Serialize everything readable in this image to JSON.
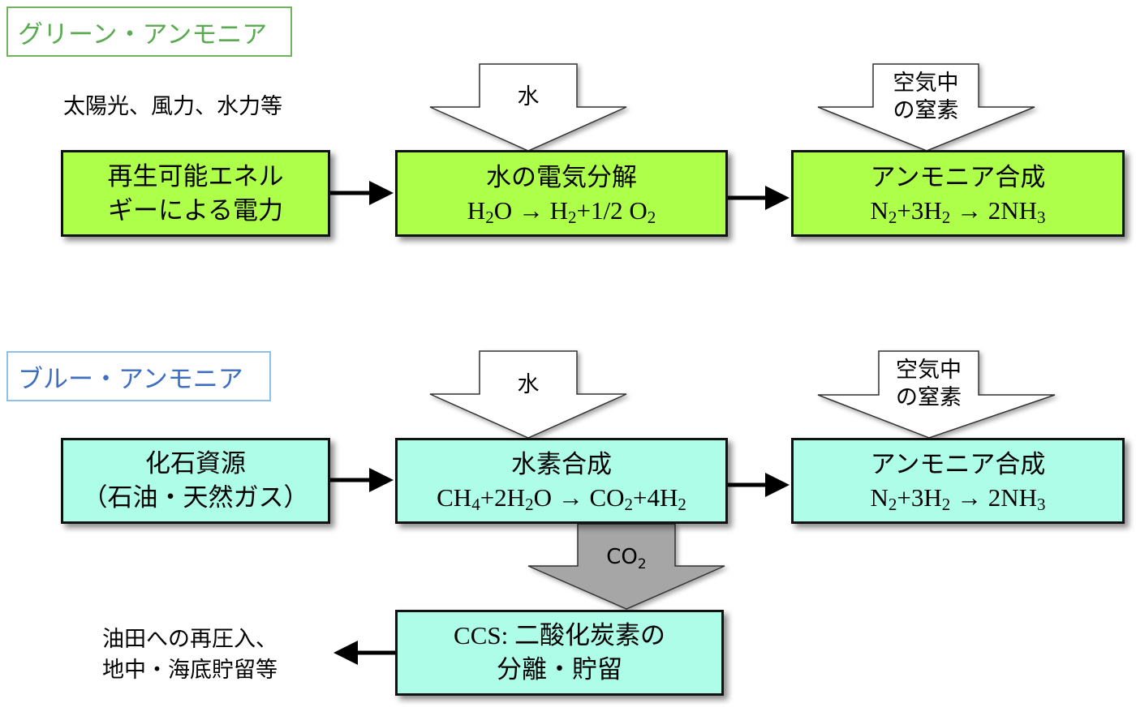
{
  "green": {
    "section_label": "グリーン・アンモニア",
    "source_note": "太陽光、風力、水力等",
    "box1": {
      "line1": "再生可能エネル",
      "line2": "ギーによる電力"
    },
    "box2": {
      "title": "水の電気分解",
      "equation": "H₂O → H₂+1/2 O₂"
    },
    "box3": {
      "title": "アンモニア合成",
      "equation": "N₂+3H₂ → 2NH₃"
    },
    "input_water": "水",
    "input_nitrogen": {
      "line1": "空気中",
      "line2": "の窒素"
    }
  },
  "blue": {
    "section_label": "ブルー・アンモニア",
    "box1": {
      "line1": "化石資源",
      "line2": "（石油・天然ガス）"
    },
    "box2": {
      "title": "水素合成",
      "equation": "CH₄+2H₂O → CO₂+4H₂"
    },
    "box3": {
      "title": "アンモニア合成",
      "equation": "N₂+3H₂ → 2NH₃"
    },
    "input_water": "水",
    "input_nitrogen": {
      "line1": "空気中",
      "line2": "の窒素"
    },
    "co2_arrow": {
      "text": "CO",
      "sub": "2"
    },
    "ccs_box": {
      "line1": "CCS: 二酸化炭素の",
      "line2": "分離・貯留"
    },
    "storage_note": {
      "line1": "油田への再圧入、",
      "line2": "地中・海底貯留等"
    }
  },
  "colors": {
    "green_box": "#adff4a",
    "cyan_box": "#adfde8",
    "green_label": "#5aaa50",
    "blue_label": "#3d6ec0",
    "co2_arrow": "#a6a6a6"
  }
}
